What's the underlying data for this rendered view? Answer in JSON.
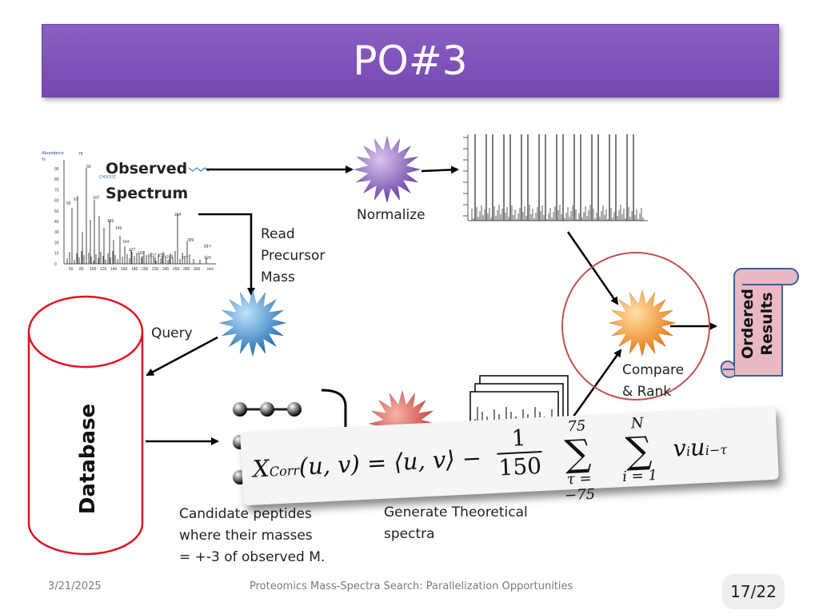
{
  "slide": {
    "title": "PO#3"
  },
  "diagram": {
    "observed_label": "Observed\nSpectrum",
    "normalize_label": "Normalize",
    "read_precursor_label": "Read\nPrecursor\nMass",
    "query_label": "Query",
    "database_label": "Database",
    "ordered_results_label": "Ordered\nResults",
    "compare_rank_label": "Compare\n& Rank",
    "candidate_label": "Candidate peptides\nwhere their masses\n= +-3 of observed M.",
    "generate_label": "Generate Theoretical\nspectra"
  },
  "spectrum_thumbnail": {
    "axis_title": "Abundance",
    "axis_unit": "%",
    "y_ticks": [
      "90",
      "80",
      "70",
      "60",
      "50",
      "40",
      "30",
      "20",
      "10",
      "0"
    ],
    "x_ticks": [
      "50",
      "80",
      "100",
      "120",
      "140",
      "160",
      "180",
      "200",
      "220",
      "240",
      "260",
      "280",
      "300"
    ],
    "x_unit": "m/z",
    "molecule_label": "CH3OOC",
    "peak_labels": [
      "79",
      "93",
      "55",
      "67",
      "107",
      "135",
      "149",
      "164",
      "177",
      "192",
      "217",
      "235",
      "249",
      "264",
      "289",
      "277"
    ],
    "mol_ion_label": "M+",
    "mol_ion_mass": "320"
  },
  "formula": {
    "lhs": "X",
    "lhs_sub": "Corr",
    "args": "(u, v) = ⟨u, v⟩ −",
    "frac_num": "1",
    "frac_den": "150",
    "sum1_top": "75",
    "sum1_bottom": "τ = −75",
    "sum2_top": "N",
    "sum2_bottom": "i = 1",
    "sigma": "∑",
    "term": "v",
    "term_sub": "i",
    "term2": "u",
    "term2_sub": "i−τ"
  },
  "footer": {
    "date": "3/21/2025",
    "center": "Proteomics Mass-Spectra Search: Parallelization  Opportunities",
    "page": "17/22"
  },
  "colors": {
    "title_bar": "#7e55bb",
    "purple_star": "#7a4fb0",
    "blue_star": "#2f86c8",
    "orange_star": "#f28a18",
    "red_star": "#d23c3c",
    "database_outline": "#e0141e",
    "scroll_fill": "#e8b8c4",
    "scroll_outline": "#3a5f9a",
    "compare_circle": "#c0504d"
  }
}
